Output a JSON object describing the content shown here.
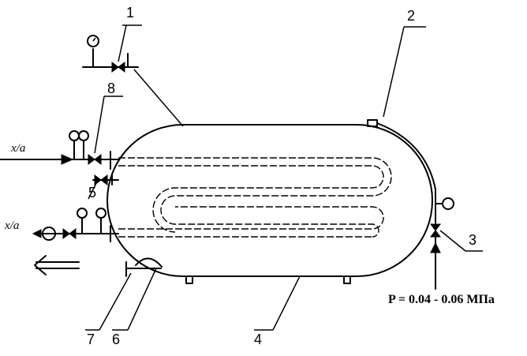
{
  "callouts": {
    "c1": "1",
    "c2": "2",
    "c3": "3",
    "c4": "4",
    "c5": "5",
    "c6": "6",
    "c7": "7",
    "c8": "8"
  },
  "flows": {
    "inlet": "x/a",
    "outlet": "x/a"
  },
  "pressure": "P = 0.04 - 0.06 МПа",
  "icons": {
    "gauge": "pressure-gauge-icon",
    "valve": "valve-icon",
    "pump": "pump-icon",
    "arrow": "flow-arrow-icon"
  }
}
